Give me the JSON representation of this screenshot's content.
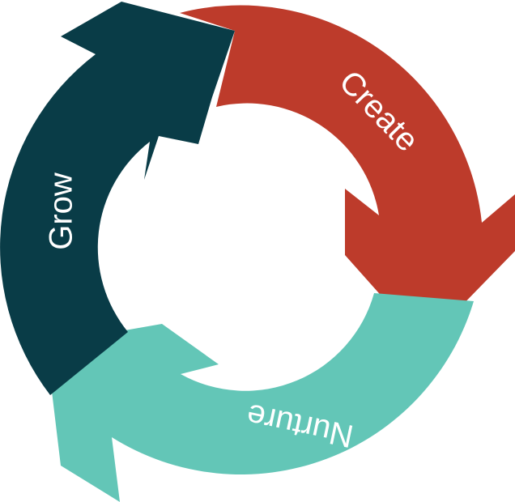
{
  "diagram": {
    "segments": [
      {
        "id": "create",
        "label": "Create",
        "color": "#BD3B2B"
      },
      {
        "id": "nurture",
        "label": "Nurture",
        "color": "#63C6B7"
      },
      {
        "id": "grow",
        "label": "Grow",
        "color": "#093C47"
      }
    ]
  }
}
